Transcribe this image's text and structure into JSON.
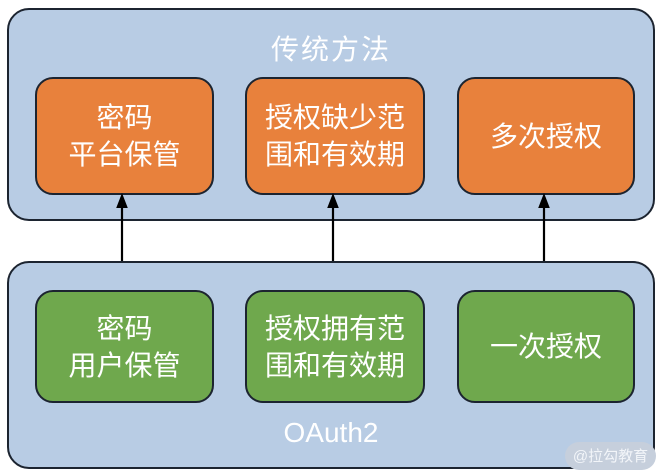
{
  "colors": {
    "container_fill": "#B8CCE4",
    "container_border": "#1C2430",
    "traditional_box_fill": "#E8813C",
    "oauth2_box_fill": "#6FA84D",
    "arrow": "#000000",
    "text": "#FFFFFF",
    "watermark_bg": "#C6CFDC",
    "watermark_text": "#F2F5F9"
  },
  "traditional": {
    "title": "传统方法",
    "boxes": [
      {
        "label": "密码\n平台保管"
      },
      {
        "label": "授权缺少范\n围和有效期"
      },
      {
        "label": "多次授权"
      }
    ]
  },
  "oauth2": {
    "title": "OAuth2",
    "boxes": [
      {
        "label": "密码\n用户保管"
      },
      {
        "label": "授权拥有范\n围和有效期"
      },
      {
        "label": "一次授权"
      }
    ]
  },
  "watermark": {
    "label": "@拉勾教育"
  }
}
